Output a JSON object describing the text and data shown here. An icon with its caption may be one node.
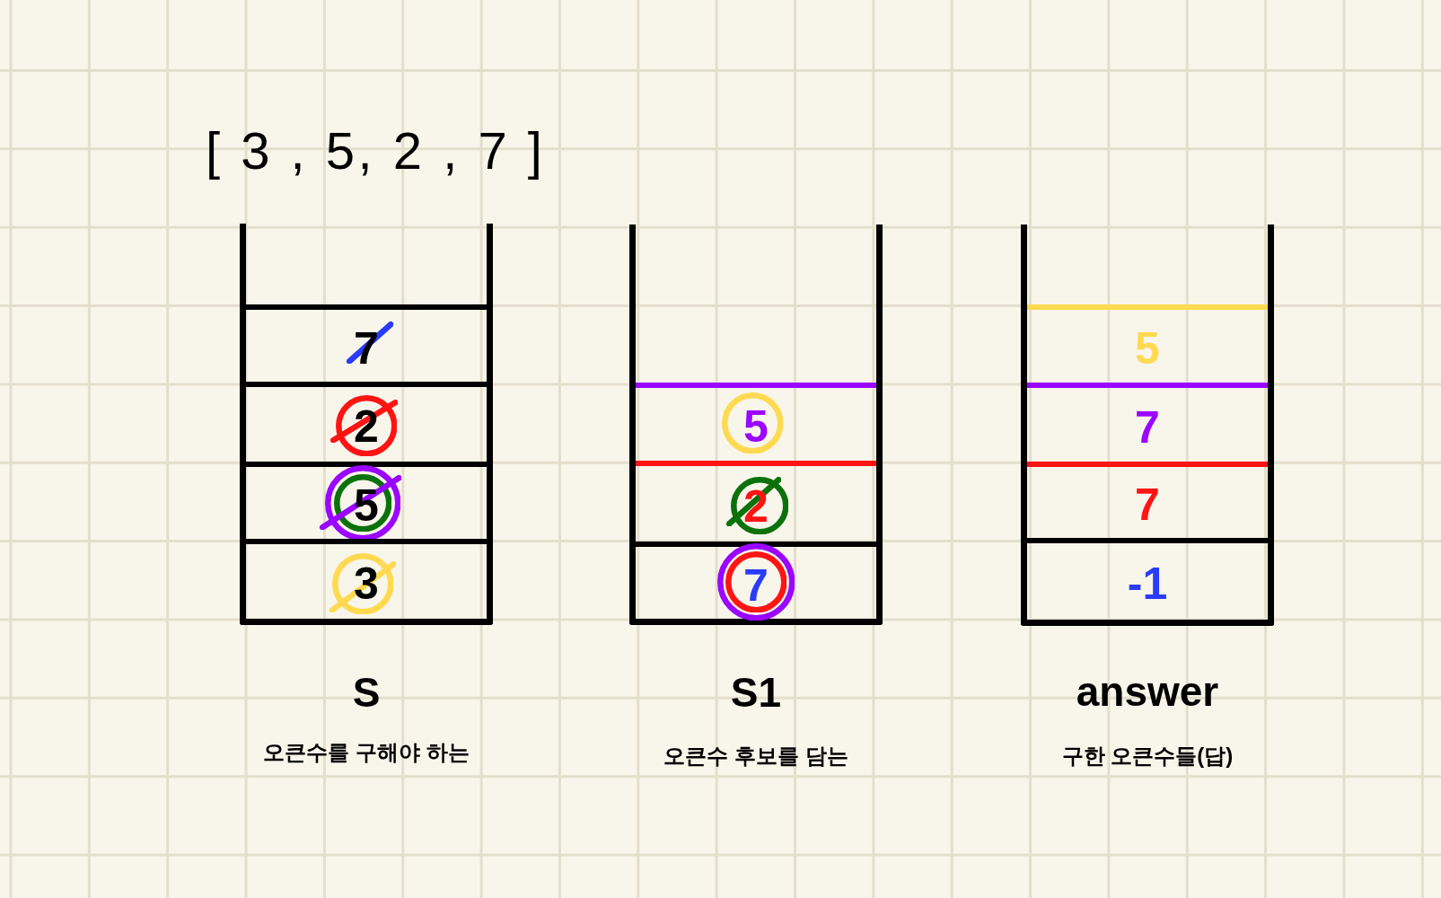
{
  "diagram": {
    "nodes": [
      {
        "text": [
          "S",
          "오큰수를 구해야 하는"
        ]
      },
      {
        "text": [
          "7"
        ],
        "in": 0
      },
      {
        "text": [
          "2"
        ],
        "in": 0
      },
      {
        "text": [
          "5"
        ],
        "in": 0
      },
      {
        "text": [
          "3"
        ],
        "in": 0
      },
      {
        "text": [
          "S1",
          "오큰수 후보를 담는"
        ]
      },
      {
        "text": [
          "5"
        ],
        "in": 5
      },
      {
        "text": [
          "2"
        ],
        "in": 5
      },
      {
        "text": [
          "7"
        ],
        "in": 5
      },
      {
        "text": [
          "answer",
          "구한 오큰수들(답)"
        ]
      },
      {
        "text": [
          "5"
        ],
        "in": 9
      },
      {
        "text": [
          "7"
        ],
        "in": 9
      },
      {
        "text": [
          "7"
        ],
        "in": 9
      },
      {
        "text": [
          "-1"
        ],
        "in": 9
      }
    ],
    "labels": [
      "[ 3 , 5, 2 , 7 ]"
    ]
  }
}
